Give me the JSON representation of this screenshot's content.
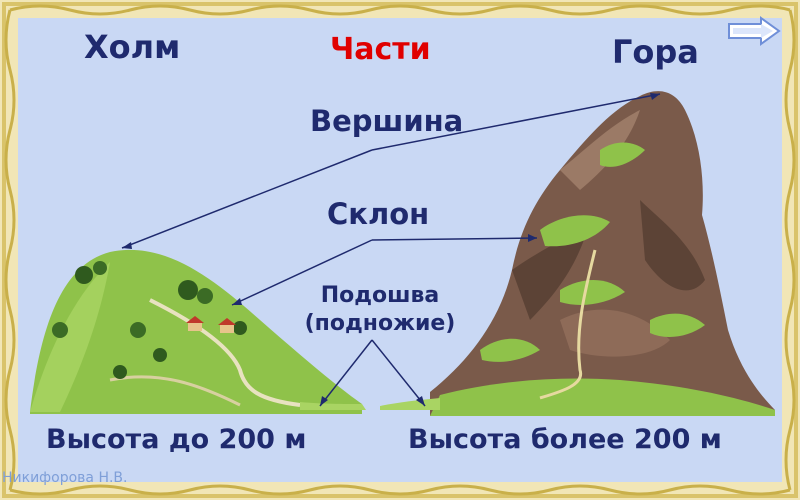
{
  "labels": {
    "hill": "Холм",
    "parts": "Части",
    "mountain": "Гора",
    "peak": "Вершина",
    "slope": "Склон",
    "foot_line1": "Подошва",
    "foot_line2": "(подножие)",
    "hill_height": "Высота до 200 м",
    "mountain_height": "Высота более 200 м"
  },
  "author": "Никифорова Н.В.",
  "navigation": {
    "next_icon": "arrow-right-icon"
  },
  "colors": {
    "background": "#c9d8f4",
    "frame": "#e8d88a",
    "title_text": "#1f2a6e",
    "accent_text": "#e00000",
    "pointer_lines": "#1f2a6e"
  }
}
